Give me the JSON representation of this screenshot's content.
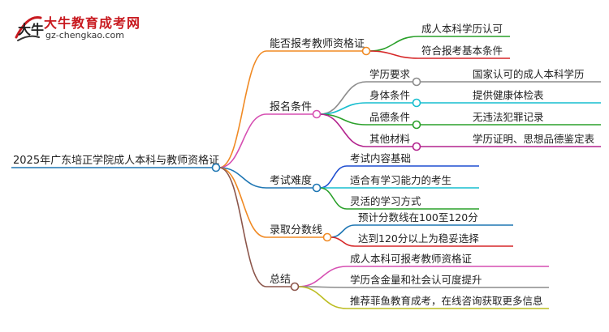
{
  "logo": {
    "title": "大牛教育成考网",
    "url": "gz-chengkao.com",
    "mark_text": "大牛"
  },
  "mindmap": {
    "root": "2025年广东培正学院成人本科与教师资格证",
    "branches": [
      {
        "label": "能否报考教师资格证",
        "color": "#f08a24",
        "children": [
          {
            "label": "成人本科学历认可",
            "color": "#2aa02a"
          },
          {
            "label": "符合报考基本条件",
            "color": "#d62728"
          }
        ]
      },
      {
        "label": "报名条件",
        "color": "#d64fb2",
        "children": [
          {
            "label": "学历要求",
            "color": "#8c8c8c",
            "children": [
              {
                "label": "国家认可的成人本科学历"
              }
            ]
          },
          {
            "label": "身体条件",
            "color": "#17becf",
            "children": [
              {
                "label": "提供健康体检表"
              }
            ]
          },
          {
            "label": "品德条件",
            "color": "#2aa02a",
            "children": [
              {
                "label": "无违法犯罪记录"
              }
            ]
          },
          {
            "label": "其他材料",
            "color": "#b3248e",
            "children": [
              {
                "label": "学历证明、思想品德鉴定表"
              }
            ]
          }
        ]
      },
      {
        "label": "考试难度",
        "color": "#1f77b4",
        "children": [
          {
            "label": "考试内容基础",
            "color": "#1f4fd0"
          },
          {
            "label": "适合有学习能力的考生",
            "color": "#17becf"
          },
          {
            "label": "灵活的学习方式",
            "color": "#2aa02a"
          }
        ]
      },
      {
        "label": "录取分数线",
        "color": "#f08a24",
        "children": [
          {
            "label": "预计分数线在100至120分",
            "color": "#1f77b4"
          },
          {
            "label": "达到120分以上为稳妥选择",
            "color": "#d62728"
          }
        ]
      },
      {
        "label": "总结",
        "color": "#8c564b",
        "children": [
          {
            "label": "成人本科可报考教师资格证",
            "color": "#d64fb2"
          },
          {
            "label": "学历含金量和社会认可度提升",
            "color": "#8c8c8c"
          },
          {
            "label": "推荐菲鱼教育成考，在线咨询获取更多信息",
            "color": "#bcbd22"
          }
        ]
      }
    ],
    "root_color": "#1f77b4"
  }
}
